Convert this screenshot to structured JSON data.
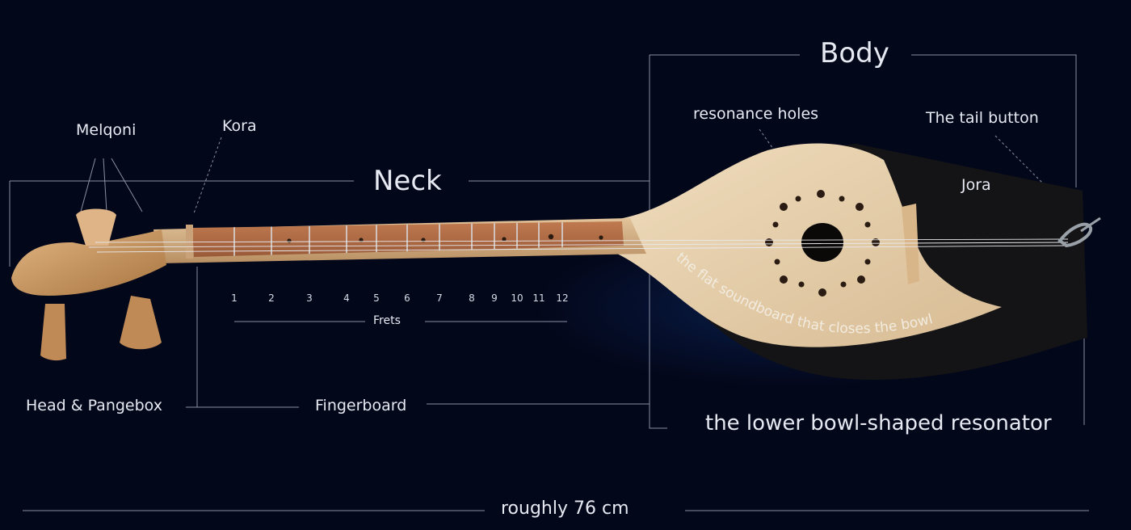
{
  "labels": {
    "melqoni": "Melqoni",
    "kora": "Kora",
    "neck": "Neck",
    "body": "Body",
    "resonance_holes": "resonance holes",
    "tail_button": "The tail button",
    "jora": "Jora",
    "soundboard": "the flat soundboard that closes the bowl",
    "frets": "Frets",
    "head": "Head & Pangebox",
    "fingerboard": "Fingerboard",
    "resonator": "the lower bowl-shaped resonator",
    "length": "roughly 76 cm"
  },
  "frets": [
    "1",
    "2",
    "3",
    "4",
    "5",
    "6",
    "7",
    "8",
    "9",
    "10",
    "11",
    "12"
  ],
  "colors": {
    "background": "#03071a",
    "text": "#e6e9f2",
    "line": "#8a90a3",
    "soundboard_wood": "#e6cfae",
    "neck_wood": "#d9b58a",
    "fingerboard_wood": "#b5714a",
    "back_bowl": "#141416"
  }
}
